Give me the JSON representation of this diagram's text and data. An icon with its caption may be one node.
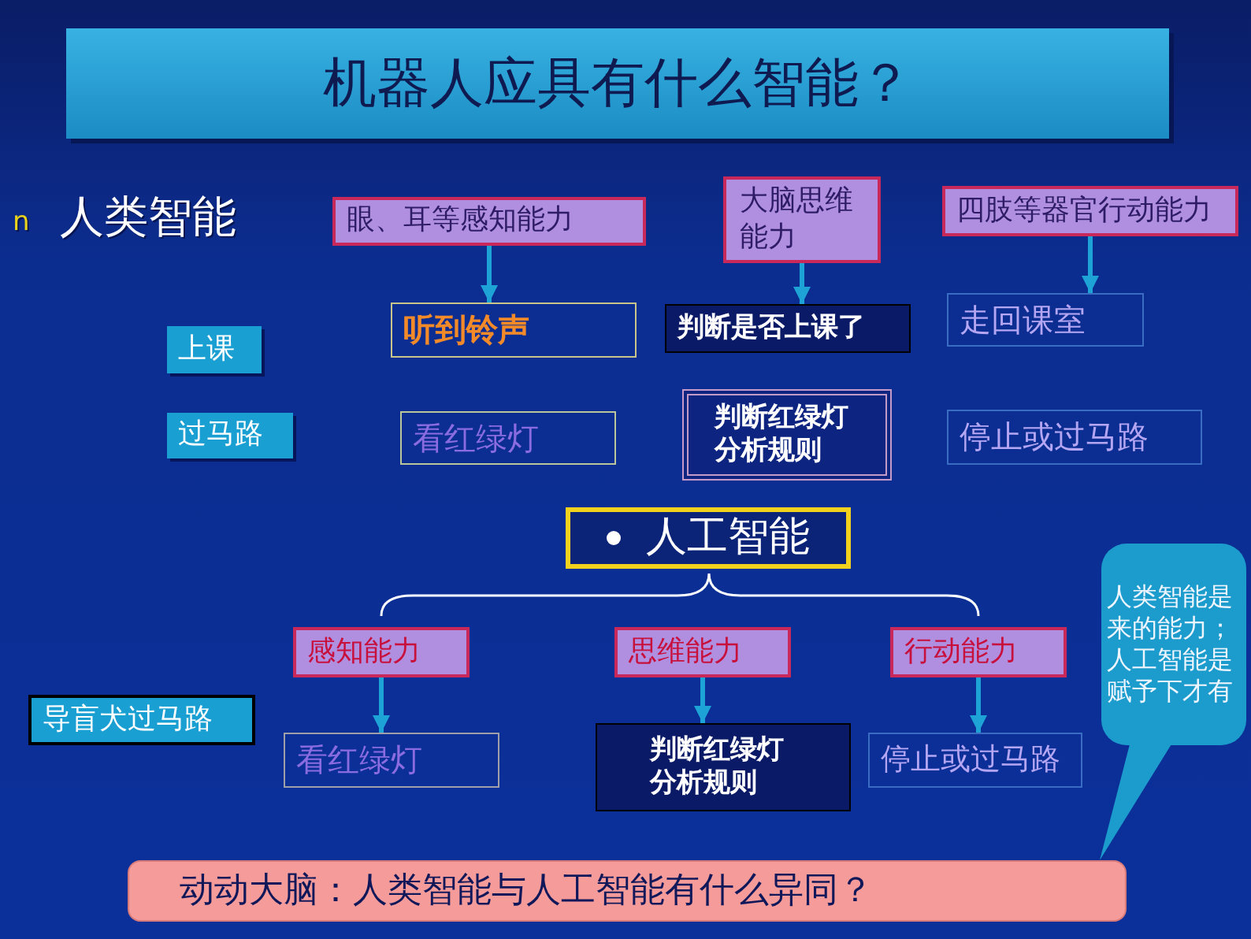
{
  "diagram": {
    "title": "机器人应具有什么智能？",
    "nodes": [
      {
        "text": [
          "眼、耳等感知能力"
        ]
      },
      {
        "text": [
          "大脑思维能力"
        ]
      },
      {
        "text": [
          "四肢等器官行动能力"
        ]
      },
      {
        "text": [
          "上课"
        ]
      },
      {
        "text": [
          "听到铃声"
        ]
      },
      {
        "text": [
          "判断是否上课了"
        ]
      },
      {
        "text": [
          "走回课室"
        ]
      },
      {
        "text": [
          "过马路"
        ]
      },
      {
        "text": [
          "看红绿灯"
        ]
      },
      {
        "text": [
          "判断红绿灯分析规则"
        ]
      },
      {
        "text": [
          "停止或过马路"
        ]
      },
      {
        "text": [
          "人工智能"
        ]
      },
      {
        "text": [
          "感知能力"
        ]
      },
      {
        "text": [
          "思维能力"
        ]
      },
      {
        "text": [
          "行动能力"
        ]
      },
      {
        "text": [
          "导盲犬过马路"
        ]
      },
      {
        "text": [
          "看红绿灯"
        ]
      },
      {
        "text": [
          "判断红绿灯分析规则"
        ]
      },
      {
        "text": [
          "停止或过马路"
        ]
      },
      {
        "text": [
          "人类智能是来的能力；人工智能是赋予下才有"
        ]
      },
      {
        "text": [
          "动动大脑：人类智能与人工智能有什么异同？"
        ]
      }
    ],
    "edges": [
      {
        "from": 0,
        "to": 4,
        "arrow": "to"
      },
      {
        "from": 1,
        "to": 5,
        "arrow": "to"
      },
      {
        "from": 2,
        "to": 6,
        "arrow": "to"
      },
      {
        "from": 12,
        "to": 16,
        "arrow": "to"
      },
      {
        "from": 13,
        "to": 17,
        "arrow": "to"
      },
      {
        "from": 14,
        "to": 18,
        "arrow": "to"
      }
    ],
    "labels": [
      "n",
      "人类智能"
    ]
  }
}
